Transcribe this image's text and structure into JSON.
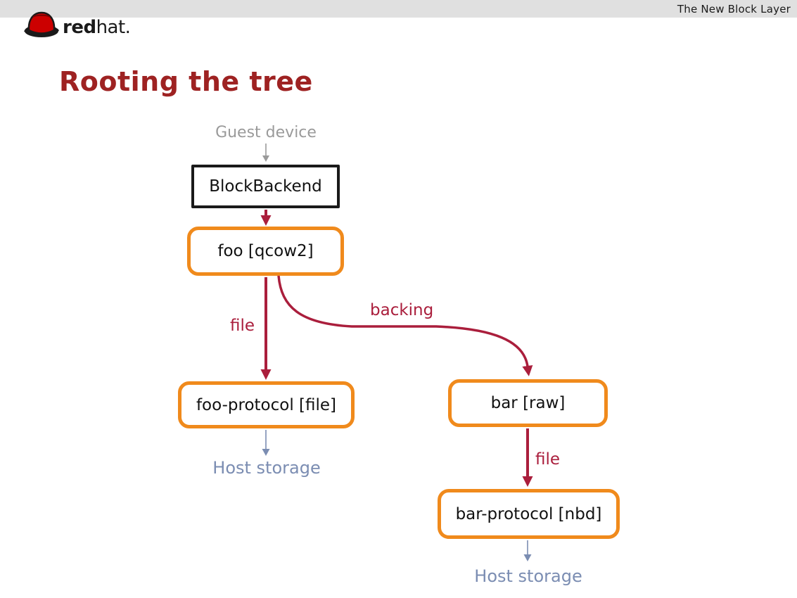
{
  "header": {
    "title": "The New Block Layer"
  },
  "logo": {
    "brand_bold": "red",
    "brand_rest": "hat."
  },
  "slide": {
    "title": "Rooting the tree"
  },
  "diagram": {
    "nodes": {
      "guest_device": "Guest device",
      "block_backend": "BlockBackend",
      "foo": "foo [qcow2]",
      "foo_protocol": "foo-protocol [file]",
      "bar": "bar [raw]",
      "bar_protocol": "bar-protocol [nbd]",
      "host_storage_left": "Host storage",
      "host_storage_right": "Host storage"
    },
    "edges": {
      "file_left": "file",
      "backing": "backing",
      "file_right": "file"
    },
    "colors": {
      "header_bar": "#e0e0e0",
      "title_red": "#9e2222",
      "node_border_orange": "#f08a1c",
      "node_border_black": "#1a1a1a",
      "edge_crimson": "#aa1e3c",
      "edge_gray": "#9a9a9a",
      "edge_blue": "#7b8db2",
      "logo_red": "#cc0000"
    }
  }
}
